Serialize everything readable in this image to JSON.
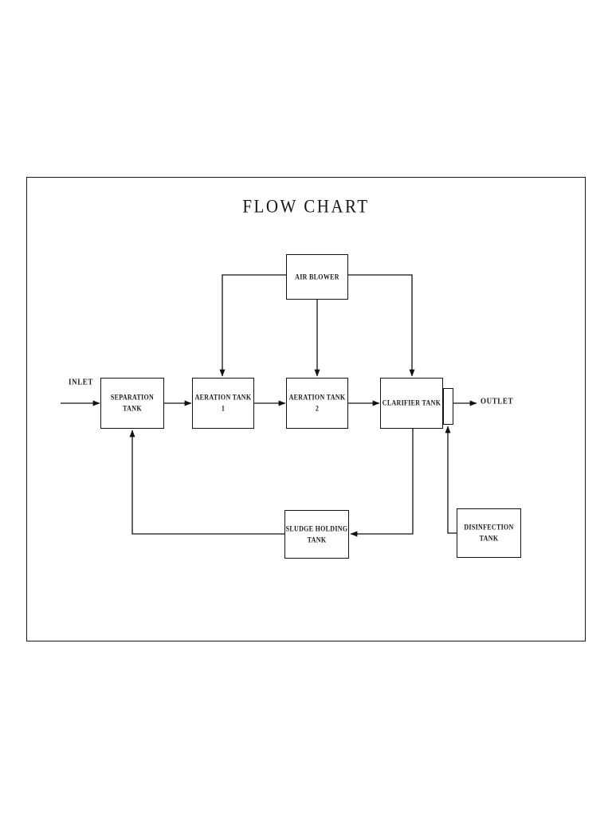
{
  "title": "FLOW  CHART",
  "colors": {
    "line": "#111111",
    "frame": "#1a1a1a",
    "background": "#ffffff",
    "text": "#1a1a1a"
  },
  "nodes": [
    {
      "id": "separation-tank",
      "label": "SEPARATION TANK"
    },
    {
      "id": "aeration-tank-1",
      "label": "AERATION TANK 1"
    },
    {
      "id": "aeration-tank-2",
      "label": "AERATION TANK 2"
    },
    {
      "id": "clarifier-tank",
      "label": "CLARIFIER TANK"
    },
    {
      "id": "outlet-port",
      "label": ""
    },
    {
      "id": "air-blower",
      "label": "AIR BLOWER"
    },
    {
      "id": "sludge-holding-tank",
      "label": "SLUDGE HOLDING\nTANK"
    },
    {
      "id": "disinfection-tank",
      "label": "DISINFECTION TANK"
    }
  ],
  "edge_labels": {
    "inlet": "INLET",
    "outlet": "OUTLET"
  },
  "chart_data": {
    "type": "diagram",
    "title": "FLOW  CHART",
    "diagram_kind": "process-flow-chart",
    "subject": "wastewater treatment process",
    "nodes": [
      "SEPARATION TANK",
      "AERATION TANK 1",
      "AERATION TANK 2",
      "CLARIFIER TANK",
      "AIR BLOWER",
      "SLUDGE HOLDING TANK",
      "DISINFECTION TANK"
    ],
    "terminals": [
      "INLET",
      "OUTLET"
    ],
    "edges": [
      {
        "from": "INLET",
        "to": "SEPARATION TANK",
        "arrow": true
      },
      {
        "from": "SEPARATION TANK",
        "to": "AERATION TANK 1",
        "arrow": true
      },
      {
        "from": "AERATION TANK 1",
        "to": "AERATION TANK 2",
        "arrow": true
      },
      {
        "from": "AERATION TANK 2",
        "to": "CLARIFIER TANK",
        "arrow": true
      },
      {
        "from": "CLARIFIER TANK",
        "to": "OUTLET",
        "arrow": true
      },
      {
        "from": "AIR BLOWER",
        "to": "AERATION TANK 1",
        "arrow": true
      },
      {
        "from": "AIR BLOWER",
        "to": "AERATION TANK 2",
        "arrow": true
      },
      {
        "from": "AIR BLOWER",
        "to": "CLARIFIER TANK",
        "arrow": true
      },
      {
        "from": "CLARIFIER TANK",
        "to": "SLUDGE HOLDING TANK",
        "arrow": true
      },
      {
        "from": "SLUDGE HOLDING TANK",
        "to": "SEPARATION TANK",
        "arrow": true
      },
      {
        "from": "DISINFECTION TANK",
        "to": "OUTLET PORT",
        "arrow": true
      }
    ]
  }
}
